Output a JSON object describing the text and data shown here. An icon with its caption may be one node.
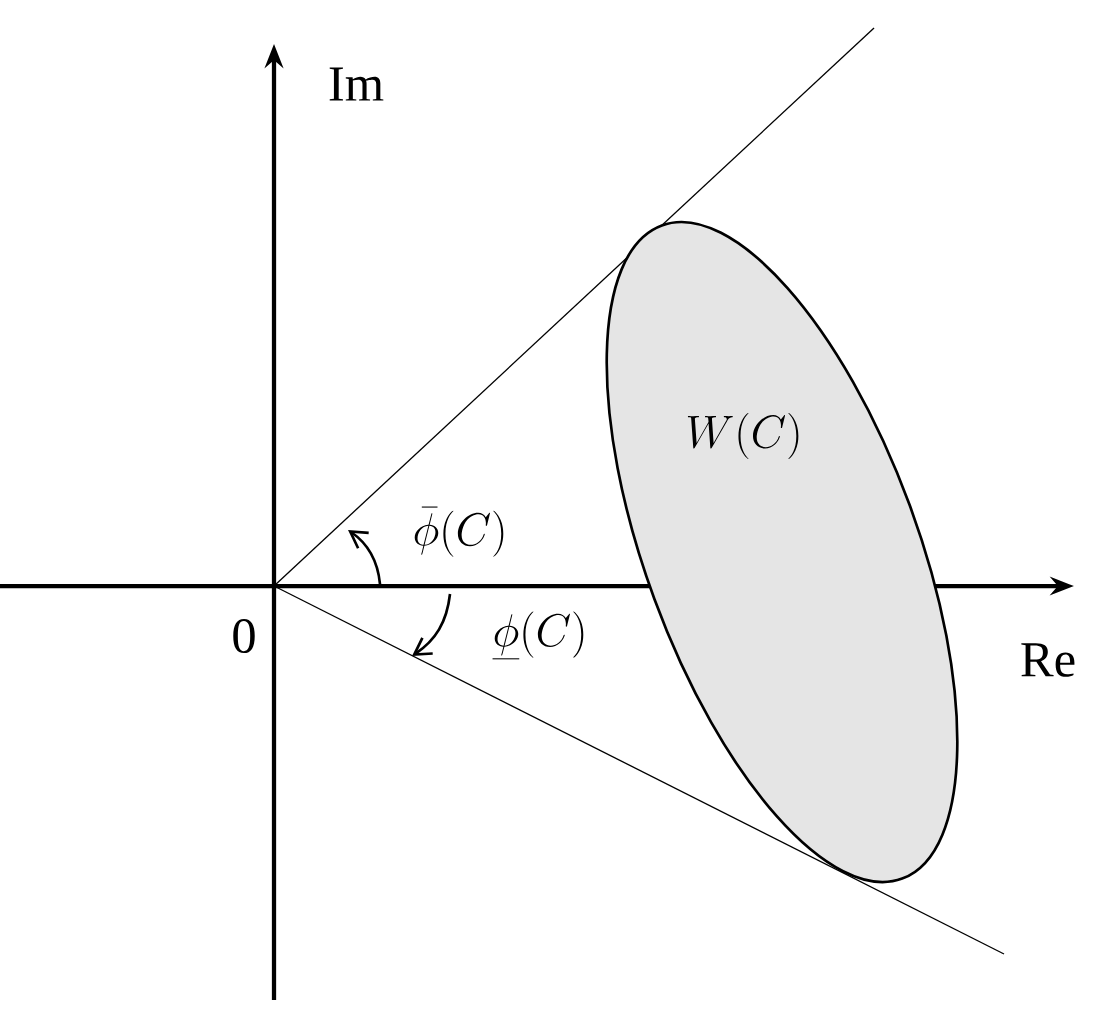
{
  "diagram": {
    "nodes": [
      {
        "text": [
          "W(C)"
        ]
      }
    ],
    "labels": [
      "Im",
      "\\bar{\\phi}(C)",
      "0",
      "\\underline{\\phi}(C)",
      "Re"
    ]
  }
}
